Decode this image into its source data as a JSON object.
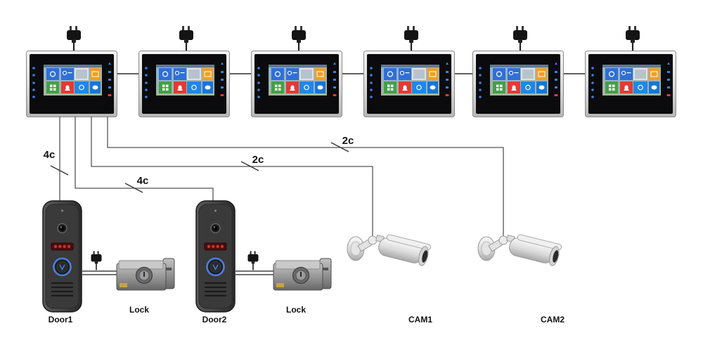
{
  "labels": {
    "cables": {
      "door1": "4c",
      "door2": "4c",
      "cam1": "2c",
      "cam2": "2c"
    },
    "devices": {
      "door1": "Door1",
      "lock1": "Lock",
      "door2": "Door2",
      "lock2": "Lock",
      "cam1": "CAM1",
      "cam2": "CAM2"
    }
  },
  "colors": {
    "wire": "#555555",
    "tile_blue": "#2f6fd6",
    "tile_orange": "#f0a020",
    "tile_green": "#43a047",
    "tile_red": "#e53935",
    "door_button_ring": "#4a7fe3",
    "ir_led": "#c0392b"
  }
}
